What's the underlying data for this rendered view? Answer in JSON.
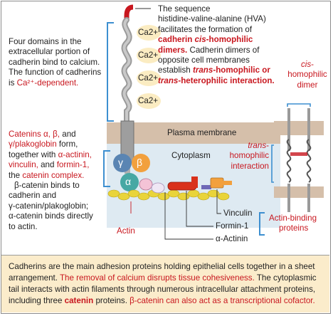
{
  "left_intro": {
    "line1": "Four domains in the",
    "line2": "extracellular portion of",
    "line3": "cadherin bind to calcium.",
    "line4": "The function of cadherins",
    "line5_prefix": "is ",
    "line5_red": "Ca²⁺-dependent."
  },
  "top_note": {
    "line1": "The sequence",
    "line2": "histidine-valine-alanine (HVA)",
    "line3": "facilitates the formation of",
    "line4a": "cadherin ",
    "line4b": "cis",
    "line4c": "-homophilic",
    "line5a": "dimers.",
    "line5b": " Cadherin dimers of",
    "line6": "opposite cell membranes",
    "line7": "establish ",
    "line7b": "trans",
    "line7c": "-homophilic or",
    "line8a": "trans",
    "line8b": "-heterophilic interaction."
  },
  "calcium_label": "Ca2+",
  "cis_label": {
    "l1": "cis",
    "l2": "-",
    "l3": "homophilic",
    "l4": "dimer"
  },
  "plasma_membrane": "Plasma membrane",
  "cytoplasm": "Cytoplasm",
  "trans_label": {
    "l1": "trans",
    "l2": "-",
    "l3": "homophilic",
    "l4": "interaction"
  },
  "catenins_text": {
    "l1a": "Catenins ",
    "l1b": "α, β,",
    "l1c": " and",
    "l2a": "γ/plakoglobin",
    "l2b": " form,",
    "l3a": "together with ",
    "l3b": "α-actinin,",
    "l4a": "vinculin,",
    "l4b": " and ",
    "l4c": "formin-1,",
    "l5a": "the ",
    "l5b": "catenin complex.",
    "l6": "β-catenin binds to",
    "l7": "cadherin and",
    "l8": "γ-catenin/plakoglobin;",
    "l9": "α-catenin binds directly",
    "l10": "to actin."
  },
  "greek": {
    "gamma": "γ",
    "beta": "β",
    "alpha": "α"
  },
  "actin_label": "Actin",
  "vinculin_label": "Vinculin",
  "formin_label": "Formin-1",
  "actinin_label": "α-Actinin",
  "actin_binding": {
    "l1": "Actin-binding",
    "l2": "proteins"
  },
  "caption": {
    "s1": "Cadherins are the main adhesion proteins holding epithelial cells together in a sheet arrangement. ",
    "s2": "The removal of calcium disrupts tissue cohesiveness.",
    "s3": " The cytoplasmic tail interacts with actin filaments through numerous intracellular attachment proteins, including three ",
    "s4": "catenin",
    "s5": " proteins. ",
    "s6": "β-catenin can also act as a transcriptional cofactor."
  },
  "colors": {
    "accent_red": "#c8171f",
    "bracket_blue": "#3d8fd0",
    "membrane_tan": "#d5bfaa",
    "cytoplasm_blue": "#deeaf2",
    "calcium_cream": "#fbecc2",
    "caption_bg": "#fbeccb",
    "cadherin_gray": "#b9b9b9"
  }
}
